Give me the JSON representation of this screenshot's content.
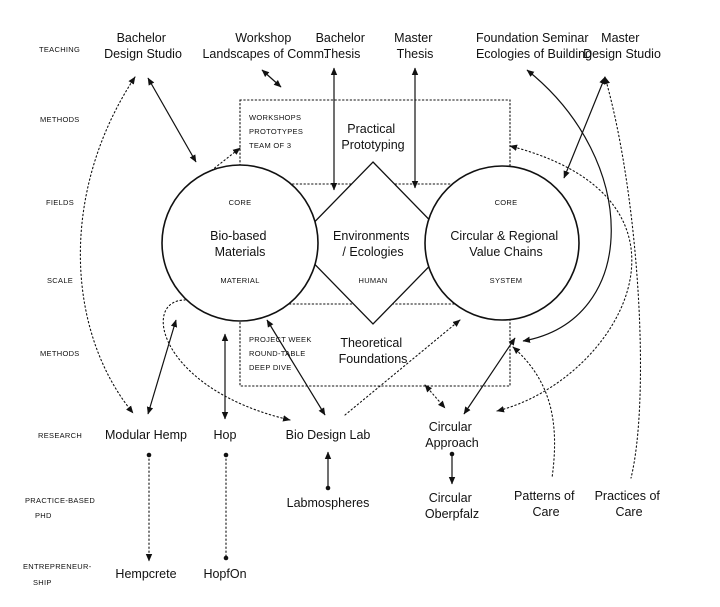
{
  "rows": {
    "teaching": "TEACHING",
    "methods_top": "METHODS",
    "fields": "FIELDS",
    "scale": "SCALE",
    "methods_bottom": "METHODS",
    "research": "RESEARCH",
    "phd_1": "PRACTICE-BASED",
    "phd_2": "PHD",
    "entre_1": "ENTREPRENEUR-",
    "entre_2": "SHIP"
  },
  "teaching": {
    "bachelor_studio": [
      "Bachelor",
      "Design Studio"
    ],
    "workshop": [
      "Workshop",
      "Landscapes of Comm."
    ],
    "bachelor_thesis": [
      "Bachelor",
      "Thesis"
    ],
    "master_thesis": [
      "Master",
      "Thesis"
    ],
    "foundation_seminar": [
      "Foundation Seminar",
      "Ecologies of Building"
    ],
    "master_studio": [
      "Master",
      "Design Studio"
    ]
  },
  "methods_top": {
    "items": [
      "WORKSHOPS",
      "PROTOTYPES",
      "TEAM OF 3"
    ],
    "title": [
      "Practical",
      "Prototyping"
    ]
  },
  "methods_bottom": {
    "items": [
      "PROJECT WEEK",
      "ROUND-TABLE",
      "DEEP DIVE"
    ],
    "title": [
      "Theoretical",
      "Foundations"
    ]
  },
  "fields": {
    "left": {
      "tag": "CORE",
      "title": [
        "Bio-based",
        "Materials"
      ],
      "scale": "MATERIAL"
    },
    "center": {
      "title": [
        "Environments",
        "/ Ecologies"
      ],
      "scale": "HUMAN"
    },
    "right": {
      "tag": "CORE",
      "title": [
        "Circular & Regional",
        "Value Chains"
      ],
      "scale": "SYSTEM"
    }
  },
  "research": {
    "modular_hemp": "Modular Hemp",
    "hop": "Hop",
    "bio_design_lab": "Bio Design Lab",
    "circular_approach": [
      "Circular",
      "Approach"
    ]
  },
  "phd": {
    "labmospheres": "Labmospheres",
    "circular_oberpfalz": [
      "Circular",
      "Oberpfalz"
    ],
    "patterns_of_care": [
      "Patterns of",
      "Care"
    ],
    "practices_of_care": [
      "Practices of",
      "Care"
    ]
  },
  "entrepreneurship": {
    "hempcrete": "Hempcrete",
    "hopfon": "HopfOn"
  }
}
